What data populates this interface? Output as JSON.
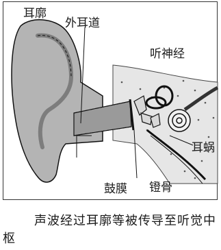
{
  "labels": {
    "auricle": "耳廓",
    "ear_canal": "外耳道",
    "auditory_nerve": "听神经",
    "cochlea": "耳蜗",
    "eardrum": "鼓膜",
    "stapes": "镫骨"
  },
  "caption": "声波经过耳廓等被传导至听觉中枢",
  "colors": {
    "ear_fill": "#b4b4b4",
    "ear_shadow": "#7d7d7d",
    "bone": "#d8d8d8",
    "line": "#111111"
  }
}
